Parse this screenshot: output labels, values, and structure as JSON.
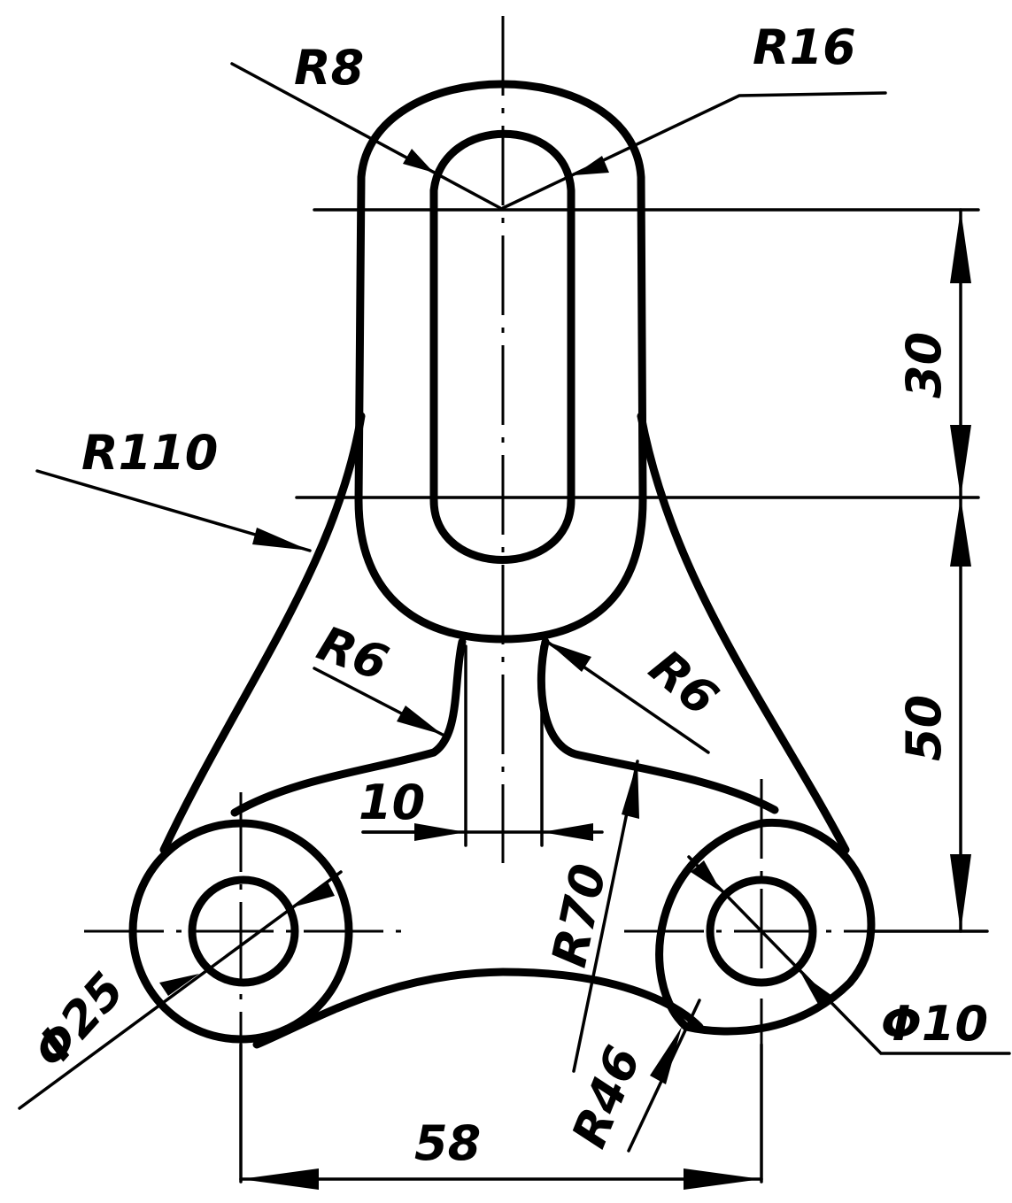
{
  "labels": {
    "r8": "R8",
    "r16": "R16",
    "r110": "R110",
    "r6_left": "R6",
    "r6_right": "R6",
    "dim_10": "10",
    "r70": "R70",
    "phi25": "Φ25",
    "phi10": "Φ10",
    "r46": "R46",
    "dim_58": "58",
    "dim_30": "30",
    "dim_50": "50"
  }
}
